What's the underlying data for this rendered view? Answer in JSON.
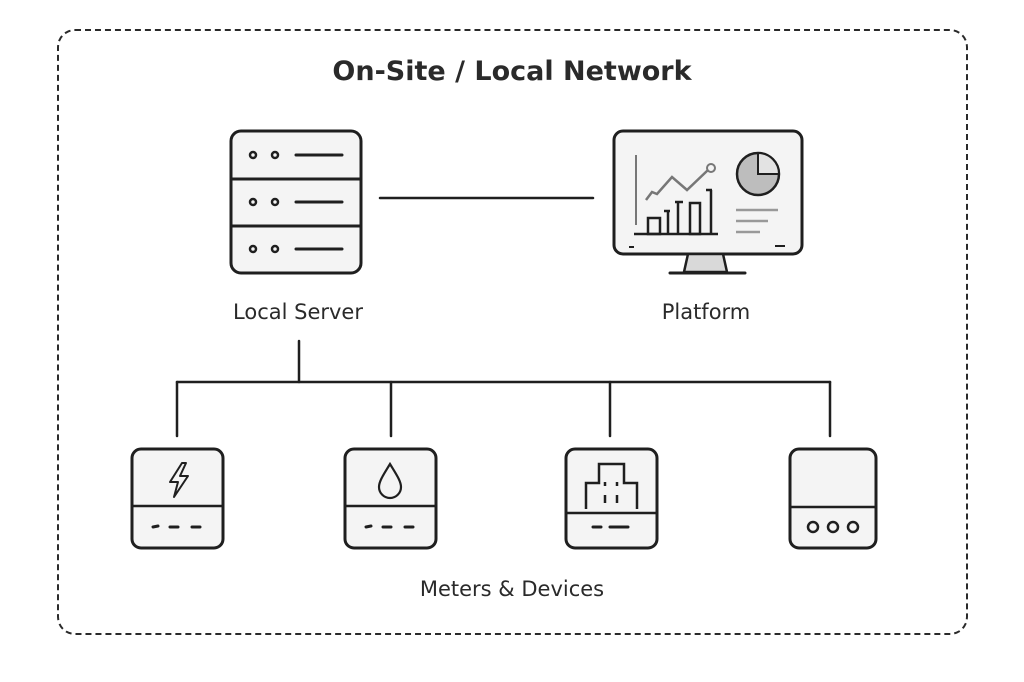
{
  "title": "On-Site / Local Network",
  "nodes": {
    "local_server": {
      "label": "Local Server",
      "icon": "server-rack-icon"
    },
    "platform": {
      "label": "Platform",
      "icon": "monitor-dashboard-icon"
    },
    "meters_group": {
      "label": "Meters & Devices"
    }
  },
  "devices": [
    {
      "name": "electricity-meter",
      "icon": "lightning-bolt-icon"
    },
    {
      "name": "water-meter",
      "icon": "water-drop-icon"
    },
    {
      "name": "building-meter",
      "icon": "building-icon"
    },
    {
      "name": "generic-device",
      "icon": "three-dots-icon"
    }
  ]
}
